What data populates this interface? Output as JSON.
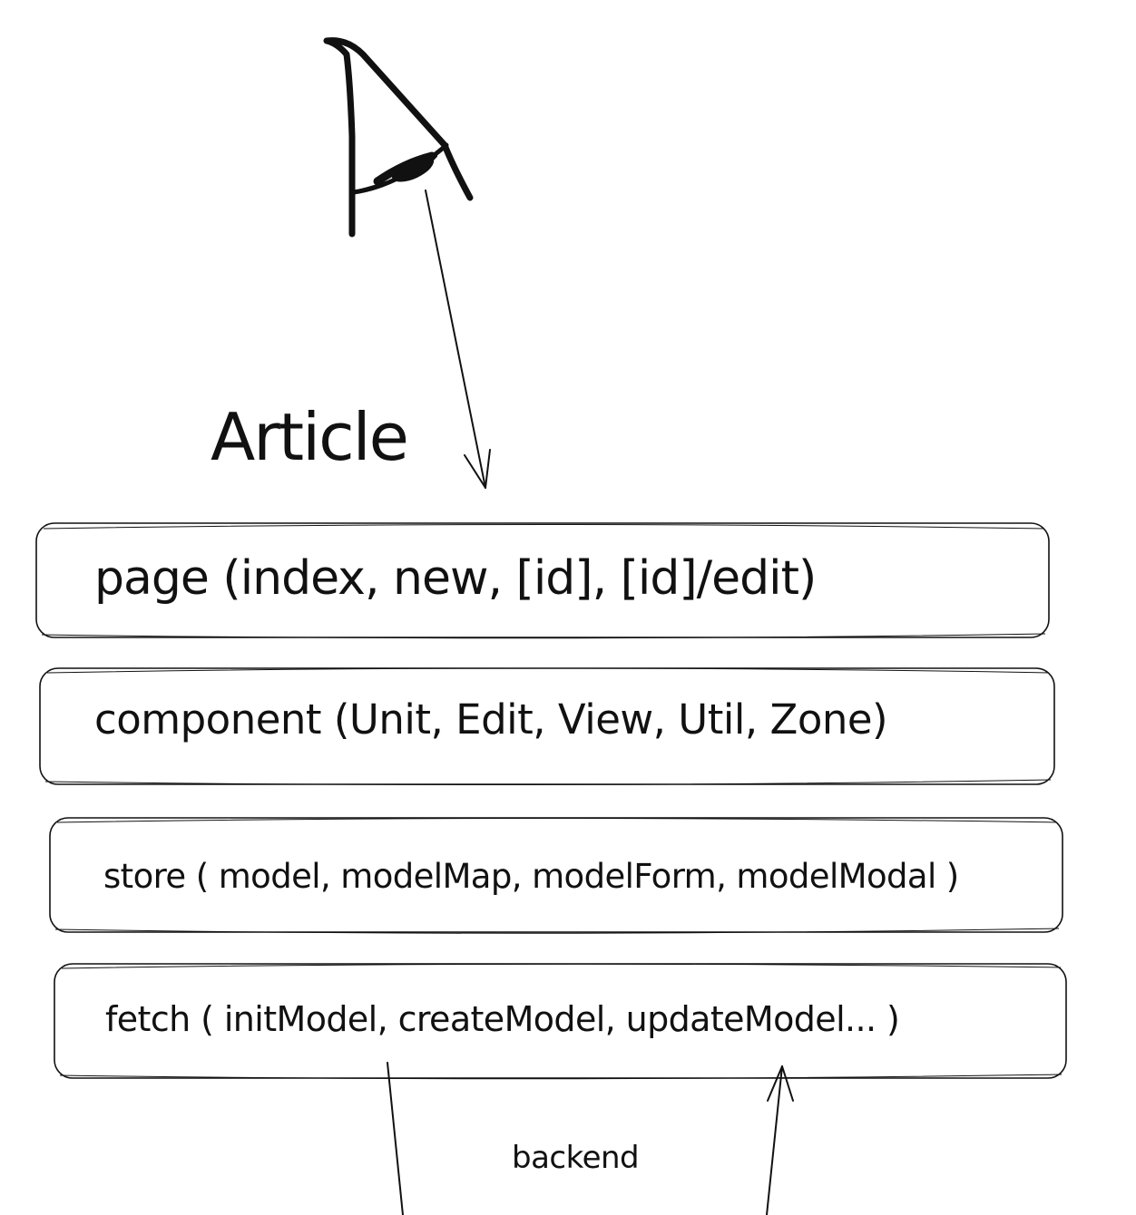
{
  "diagram": {
    "title": "Article",
    "layers": [
      {
        "id": "page",
        "label": "page (index, new, [id], [id]/edit)"
      },
      {
        "id": "component",
        "label": "component (Unit, Edit, View, Util, Zone)"
      },
      {
        "id": "store",
        "label": "store ( model, modelMap, modelForm, modelModal )"
      },
      {
        "id": "fetch",
        "label": "fetch ( initModel, createModel, updateModel... )"
      }
    ],
    "backend_label": "backend",
    "icons": {
      "top": "eye-icon"
    },
    "stroke_color": "#111111",
    "background": "#ffffff"
  }
}
